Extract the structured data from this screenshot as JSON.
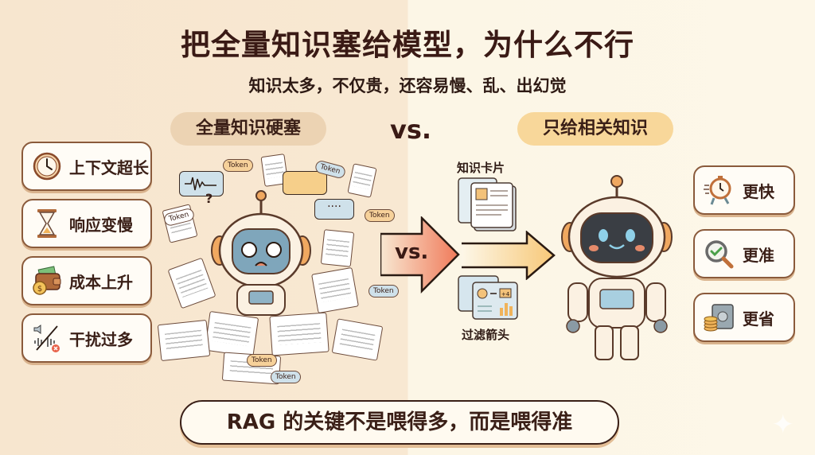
{
  "header": {
    "title": "把全量知识塞给模型，为什么不行",
    "subtitle": "知识太多，不仅贵，还容易慢、乱、出幻觉"
  },
  "comparison": {
    "left_label": "全量知识硬塞",
    "vs_label": "vs.",
    "right_label": "只给相关知识",
    "arrow_vs_label": "vs."
  },
  "left_cards": [
    {
      "icon": "clock-icon",
      "label": "上下文超长"
    },
    {
      "icon": "hourglass-icon",
      "label": "响应变慢"
    },
    {
      "icon": "wallet-icon",
      "label": "成本上升"
    },
    {
      "icon": "noise-icon",
      "label": "干扰过多"
    }
  ],
  "overloaded_scene": {
    "token_tags": [
      "Token",
      "Token",
      "Token",
      "Token",
      "Token",
      "Token",
      "Token"
    ],
    "question_mark": "?"
  },
  "middle": {
    "knowledge_cards_label": "知识卡片",
    "filter_arrow_label": "过滤箭头",
    "mini_chart_label": "+4"
  },
  "right_cards": [
    {
      "icon": "stopwatch-running-icon",
      "label": "更快"
    },
    {
      "icon": "magnifier-check-icon",
      "label": "更准"
    },
    {
      "icon": "safe-coins-icon",
      "label": "更省"
    }
  ],
  "footer": {
    "conclusion": "RAG 的关键不是喂得多，而是喂得准"
  },
  "colors": {
    "left_bg": "#f8e8d2",
    "right_bg": "#fdf7e8",
    "text_dark": "#3a1a15",
    "pill_left": "#ecd3b3",
    "pill_right": "#f8d79a",
    "arrow_red": "#f07a5a",
    "arrow_orange": "#f7c878",
    "card_border": "#8a5a3b"
  }
}
